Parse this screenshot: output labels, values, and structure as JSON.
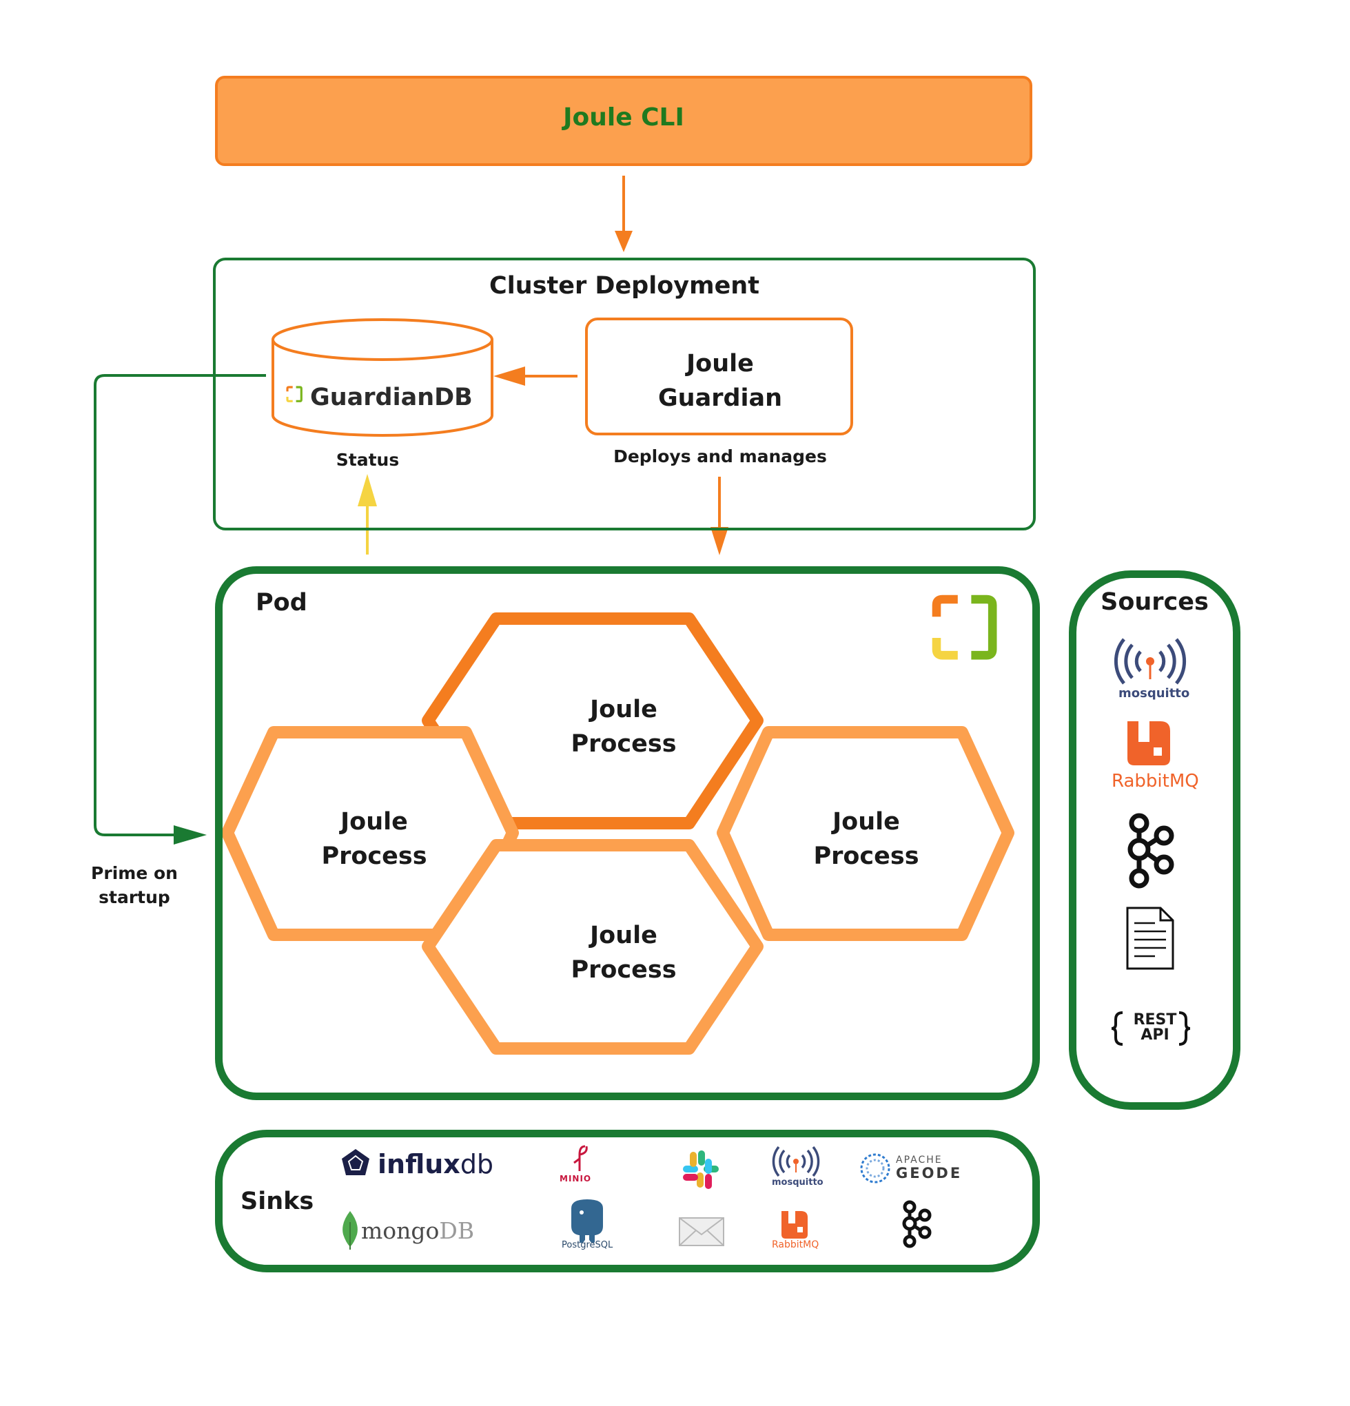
{
  "cli": {
    "title": "Joule CLI"
  },
  "cluster": {
    "title": "Cluster Deployment",
    "guardiandb_label": "GuardianDB",
    "guardian_line1": "Joule",
    "guardian_line2": "Guardian",
    "status_label": "Status",
    "deploys_label": "Deploys and manages"
  },
  "prime": {
    "line1": "Prime on",
    "line2": "startup"
  },
  "pod": {
    "title": "Pod",
    "processes": [
      {
        "line1": "Joule",
        "line2": "Process"
      },
      {
        "line1": "Joule",
        "line2": "Process"
      },
      {
        "line1": "Joule",
        "line2": "Process"
      },
      {
        "line1": "Joule",
        "line2": "Process"
      }
    ]
  },
  "sources": {
    "title": "Sources",
    "mosquitto": "mosquitto",
    "rabbitmq": "RabbitMQ",
    "rest_line1": "REST",
    "rest_line2": "API",
    "icons": [
      "mosquitto-icon",
      "rabbitmq-icon",
      "kafka-icon",
      "file-icon",
      "rest-api-icon"
    ]
  },
  "sinks": {
    "title": "Sinks",
    "influx_bold": "influx",
    "influx_thin": "db",
    "mongo": "mongo",
    "mongo_db": "DB",
    "minio": "MINIO",
    "postgres": "PostgreSQL",
    "mosquitto": "mosquitto",
    "rabbitmq": "RabbitMQ",
    "geode_apache": "APACHE",
    "geode": "GEODE",
    "icons": [
      "influxdb-icon",
      "mongodb-icon",
      "minio-icon",
      "postgresql-icon",
      "slack-icon",
      "email-icon",
      "mosquitto-icon",
      "rabbitmq-icon",
      "geode-icon",
      "kafka-icon"
    ]
  },
  "colors": {
    "green": "#1a7a32",
    "orange": "#f47d1f",
    "light_orange": "#fca04e",
    "yellow": "#f5d442",
    "logo_green": "#7ab51d"
  }
}
